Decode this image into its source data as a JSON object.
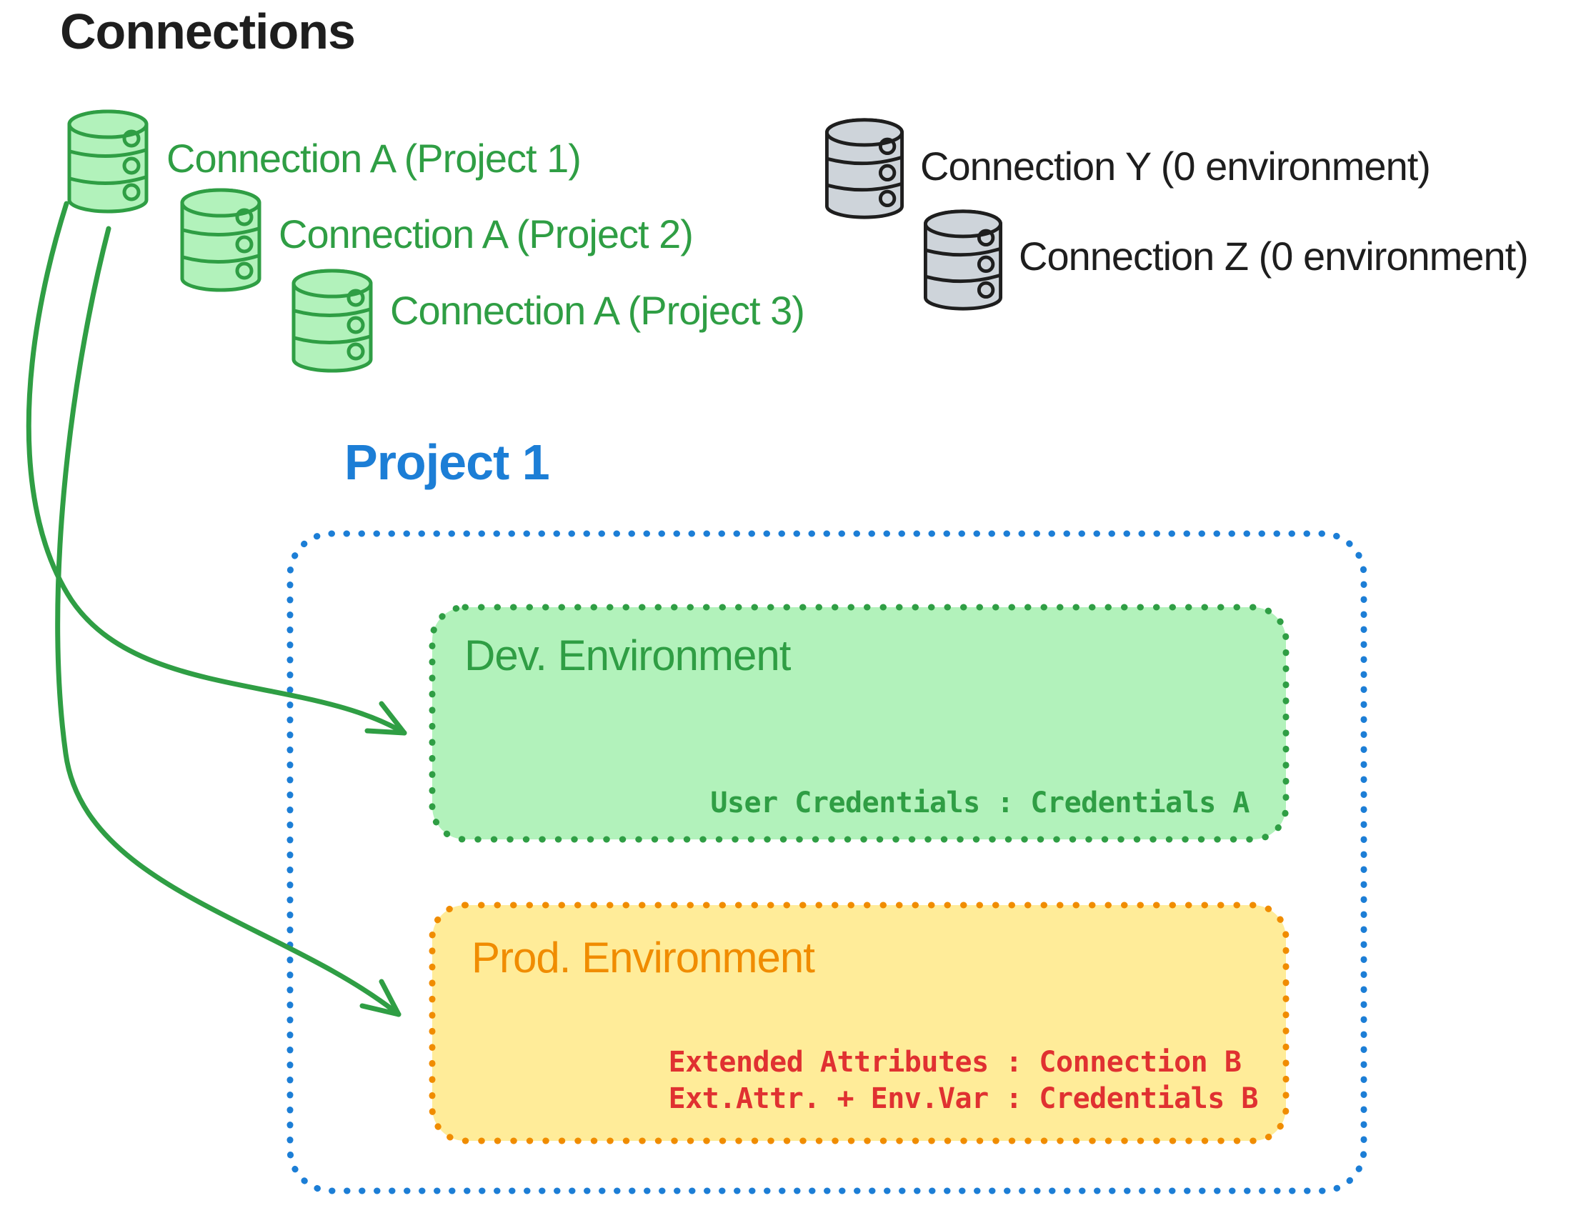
{
  "page_title": "Connections",
  "connections": {
    "project_scoped": [
      {
        "icon": "database-icon",
        "label": "Connection A (Project 1)"
      },
      {
        "icon": "database-icon",
        "label": "Connection A (Project 2)"
      },
      {
        "icon": "database-icon",
        "label": "Connection A (Project 3)"
      }
    ],
    "unscoped": [
      {
        "icon": "database-icon",
        "label": "Connection Y (0 environment)"
      },
      {
        "icon": "database-icon",
        "label": "Connection Z (0 environment)"
      }
    ]
  },
  "project": {
    "title": "Project 1",
    "dev_environment": {
      "label": "Dev. Environment",
      "mapping": "User Credentials : Credentials A"
    },
    "prod_environment": {
      "label": "Prod. Environment",
      "mapping_1": "Extended Attributes : Connection B",
      "mapping_2": "Ext.Attr. + Env.Var : Credentials B"
    }
  },
  "colors": {
    "ink": "#1e1e1e",
    "green": "#2f9e44",
    "green_fill": "#b2f2bb",
    "blue": "#1c7ed6",
    "orange": "#f08c00",
    "yellow_fill": "#ffec99",
    "red": "#e03131",
    "gray_fill": "#ced4da"
  }
}
